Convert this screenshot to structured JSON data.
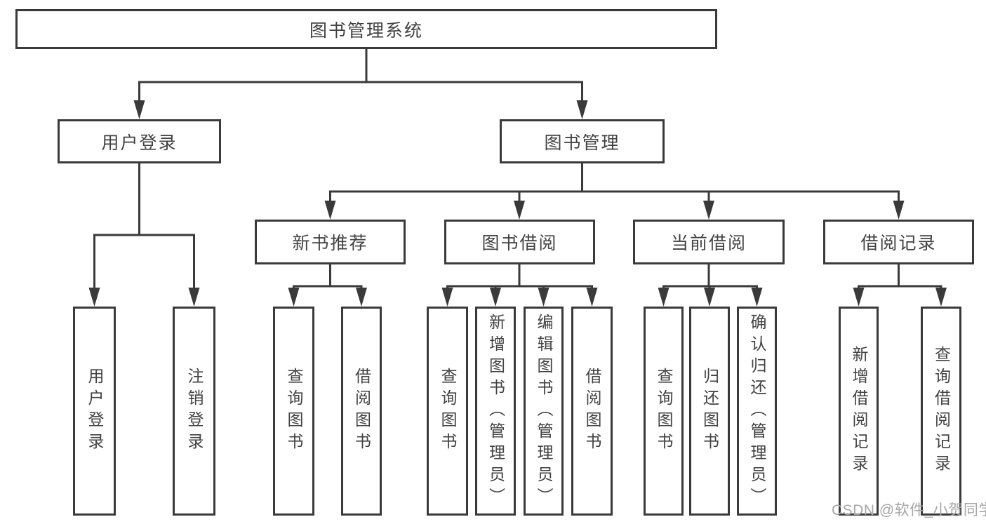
{
  "tree": {
    "label": "图书管理系统",
    "children": [
      {
        "label": "用户登录",
        "children": [
          {
            "label": "用户登录"
          },
          {
            "label": "注销登录"
          }
        ]
      },
      {
        "label": "图书管理",
        "children": [
          {
            "label": "新书推荐",
            "children": [
              {
                "label": "查询图书"
              },
              {
                "label": "借阅图书"
              }
            ]
          },
          {
            "label": "图书借阅",
            "children": [
              {
                "label": "查询图书"
              },
              {
                "label": "新增图书（管理员）"
              },
              {
                "label": "编辑图书（管理员）"
              },
              {
                "label": "借阅图书"
              }
            ]
          },
          {
            "label": "当前借阅",
            "children": [
              {
                "label": "查询图书"
              },
              {
                "label": "归还图书"
              },
              {
                "label": "确认归还（管理员）"
              }
            ]
          },
          {
            "label": "借阅记录",
            "children": [
              {
                "label": "新增借阅记录"
              },
              {
                "label": "查询借阅记录"
              }
            ]
          }
        ]
      }
    ]
  },
  "watermark": "CSDN @软件_小贺同学",
  "colors": {
    "line": "#3a3a3a",
    "box_border": "#3a3a3a",
    "text": "#424242",
    "watermark": "#a6a6a6",
    "background": "#ffffff"
  }
}
